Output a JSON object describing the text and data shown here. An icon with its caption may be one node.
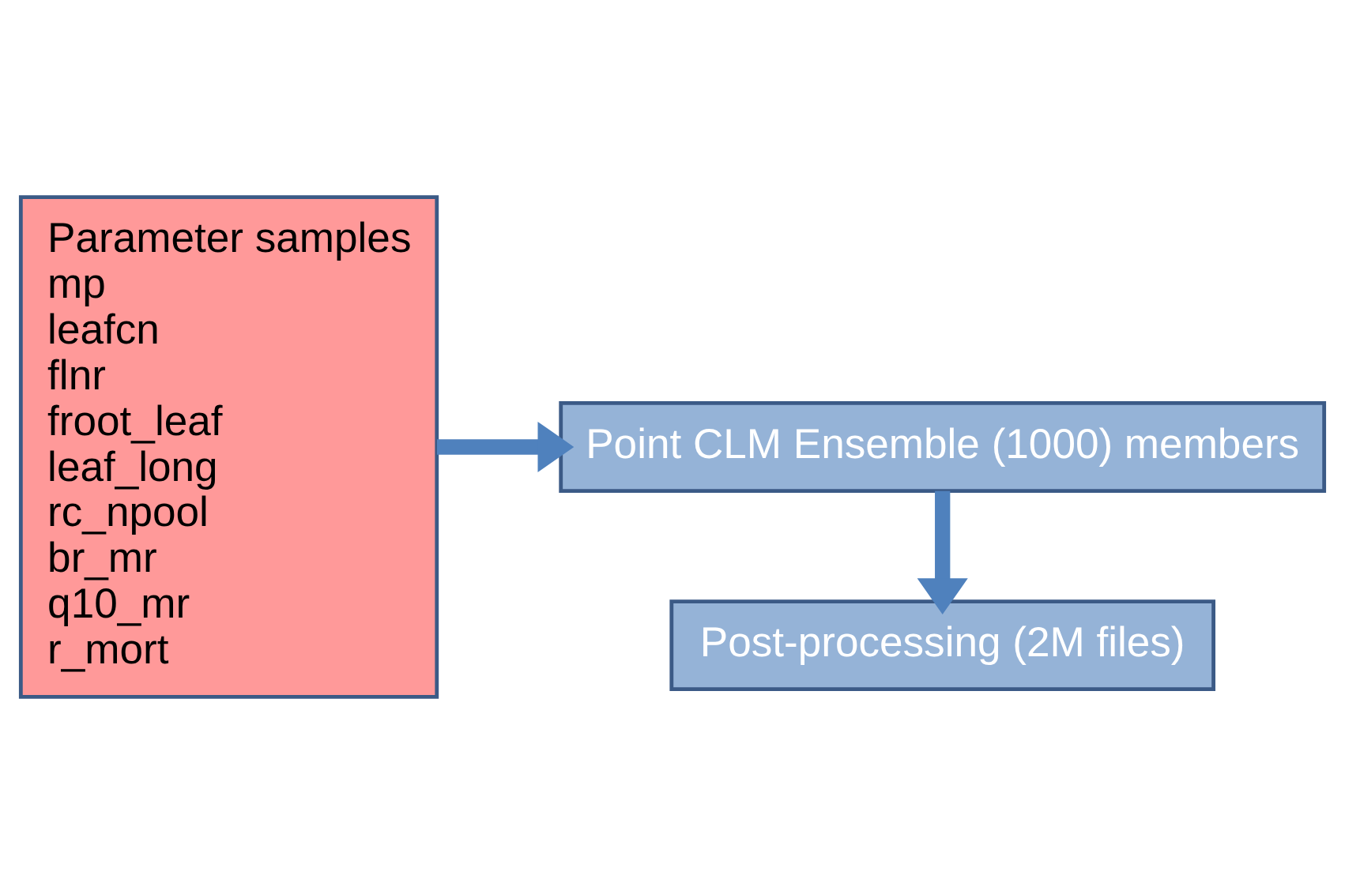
{
  "diagram": {
    "nodes": [
      {
        "text": [
          "Parameter samples",
          "mp",
          "leafcn",
          "flnr",
          "froot_leaf",
          "leaf_long",
          "rc_npool",
          "br_mr",
          "q10_mr",
          "r_mort"
        ]
      },
      {
        "text": [
          "Point CLM Ensemble (1000) members"
        ]
      },
      {
        "text": [
          "Post-processing (2M files)"
        ]
      }
    ],
    "edges": [
      {
        "from": 0,
        "to": 1,
        "arrow": "to"
      },
      {
        "from": 1,
        "to": 2,
        "arrow": "to"
      }
    ]
  }
}
